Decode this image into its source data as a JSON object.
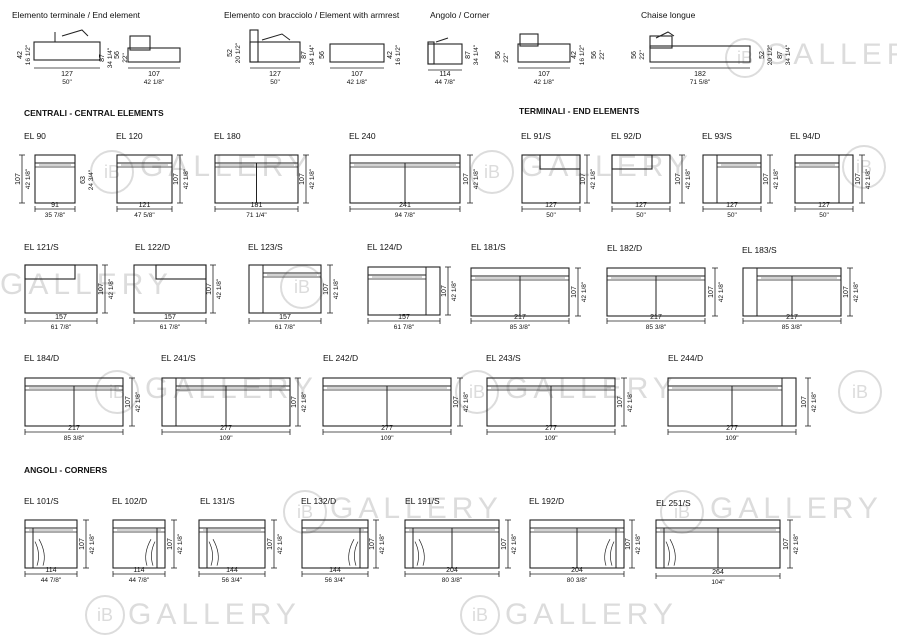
{
  "top": [
    {
      "title": "Elemento terminale / End element"
    },
    {
      "title": "Elemento con bracciolo / Element with armrest"
    },
    {
      "title": "Angolo / Corner"
    },
    {
      "title": "Chaise longue"
    }
  ],
  "top_dims": {
    "a_w1": "127",
    "a_w1i": "50\"",
    "a_h1": "42",
    "a_h1i": "16 1/2\"",
    "a_w2": "107",
    "a_w2i": "42 1/8\"",
    "a_h2": "87",
    "a_h2i": "34 1/4\"",
    "a_h3": "56",
    "a_h3i": "22\"",
    "b_w1": "127",
    "b_w1i": "50\"",
    "b_h1": "52",
    "b_h1i": "20 1/2\"",
    "b_w2": "107",
    "b_w2i": "42 1/8\"",
    "b_h2": "87",
    "b_h2i": "34 1/4\"",
    "b_h3": "56",
    "b_h3i": "22\"",
    "b_h4": "42",
    "b_h4i": "16 1/2\"",
    "c_w1": "114",
    "c_w1i": "44 7/8\"",
    "c_w2": "107",
    "c_w2i": "42 1/8\"",
    "c_h1": "87",
    "c_h1i": "34 1/4\"",
    "c_h2": "42",
    "c_h2i": "16 1/2\"",
    "c_h3": "56",
    "c_h3i": "22\"",
    "d_w1": "182",
    "d_w1i": "71 5/8\"",
    "d_h1": "56",
    "d_h1i": "22\"",
    "d_h2": "52",
    "d_h2i": "20 1/2\"",
    "d_h3": "87",
    "d_h3i": "34 1/4\""
  },
  "sections": {
    "central": "CENTRALI - CENTRAL ELEMENTS",
    "end": "TERMINALI - END ELEMENTS",
    "corner": "ANGOLI - CORNERS"
  },
  "depth": {
    "cm": "107",
    "in": "42 1/8\"",
    "cm63": "63",
    "in63": "24 3/4\""
  },
  "elements": [
    {
      "code": "EL 90",
      "w": "91",
      "wi": "35 7/8\""
    },
    {
      "code": "EL 120",
      "w": "121",
      "wi": "47 5/8\""
    },
    {
      "code": "EL 180",
      "w": "181",
      "wi": "71 1/4\""
    },
    {
      "code": "EL 240",
      "w": "241",
      "wi": "94 7/8\""
    },
    {
      "code": "EL 91/S",
      "w": "127",
      "wi": "50\""
    },
    {
      "code": "EL 92/D",
      "w": "127",
      "wi": "50\""
    },
    {
      "code": "EL 93/S",
      "w": "127",
      "wi": "50\""
    },
    {
      "code": "EL 94/D",
      "w": "127",
      "wi": "50\""
    },
    {
      "code": "EL 121/S",
      "w": "157",
      "wi": "61 7/8\""
    },
    {
      "code": "EL 122/D",
      "w": "157",
      "wi": "61 7/8\""
    },
    {
      "code": "EL 123/S",
      "w": "157",
      "wi": "61 7/8\""
    },
    {
      "code": "EL 124/D",
      "w": "157",
      "wi": "61 7/8\""
    },
    {
      "code": "EL 181/S",
      "w": "217",
      "wi": "85 3/8\""
    },
    {
      "code": "EL 182/D",
      "w": "217",
      "wi": "85 3/8\""
    },
    {
      "code": "EL 183/S",
      "w": "217",
      "wi": "85 3/8\""
    },
    {
      "code": "EL 184/D",
      "w": "217",
      "wi": "85 3/8\""
    },
    {
      "code": "EL 241/S",
      "w": "277",
      "wi": "109\""
    },
    {
      "code": "EL 242/D",
      "w": "277",
      "wi": "109\""
    },
    {
      "code": "EL 243/S",
      "w": "277",
      "wi": "109\""
    },
    {
      "code": "EL 244/D",
      "w": "277",
      "wi": "109\""
    },
    {
      "code": "EL 101/S",
      "w": "114",
      "wi": "44 7/8\""
    },
    {
      "code": "EL 102/D",
      "w": "114",
      "wi": "44 7/8\""
    },
    {
      "code": "EL 131/S",
      "w": "144",
      "wi": "56 3/4\""
    },
    {
      "code": "EL 132/D",
      "w": "144",
      "wi": "56 3/4\""
    },
    {
      "code": "EL 191/S",
      "w": "204",
      "wi": "80 3/8\""
    },
    {
      "code": "EL 192/D",
      "w": "204",
      "wi": "80 3/8\""
    },
    {
      "code": "EL 251/S",
      "w": "264",
      "wi": "104\""
    }
  ],
  "watermark": {
    "text": "GALLERY",
    "logo": "iB"
  }
}
